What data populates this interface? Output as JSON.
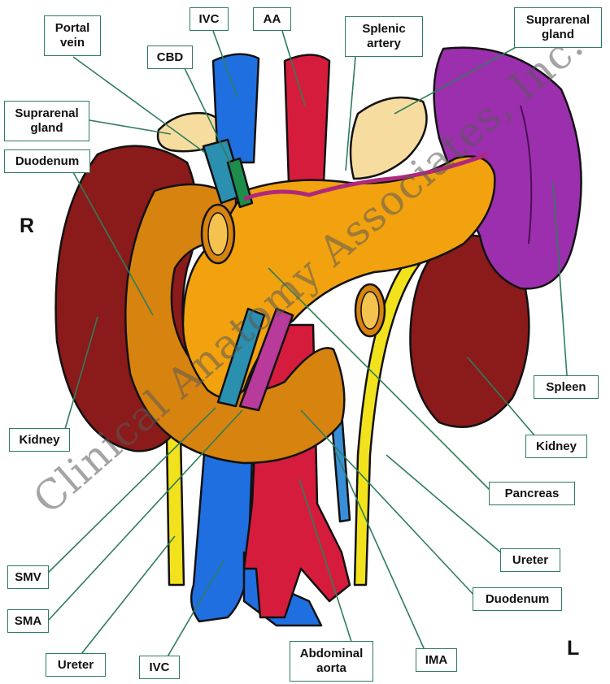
{
  "labels": {
    "portal_vein": "Portal\nvein",
    "ivc_top": "IVC",
    "aa": "AA",
    "splenic_artery": "Splenic\nartery",
    "suprarenal_gland_right_top": "Suprarenal\ngland",
    "cbd": "CBD",
    "suprarenal_gland_left": "Suprarenal\ngland",
    "duodenum_top": "Duodenum",
    "kidney_left": "Kidney",
    "spleen": "Spleen",
    "kidney_right": "Kidney",
    "pancreas": "Pancreas",
    "ureter_right": "Ureter",
    "duodenum_bottom": "Duodenum",
    "smv": "SMV",
    "sma": "SMA",
    "ureter_left": "Ureter",
    "ivc_bottom": "IVC",
    "abdominal_aorta": "Abdominal\naorta",
    "ima": "IMA"
  },
  "side_markers": {
    "right": "R",
    "left": "L"
  },
  "watermark": "Clinical Anatomy Associates, Inc.",
  "colors": {
    "kidney": "#8b1a1a",
    "duodenum": "#d7830f",
    "pancreas": "#f1a20e",
    "spleen": "#9c2fae",
    "ivc": "#1f6fe0",
    "aorta": "#d61c3c",
    "suprarenal": "#f7dca0",
    "ureter": "#f2e21d",
    "leader_line": "#2e7d5b"
  }
}
